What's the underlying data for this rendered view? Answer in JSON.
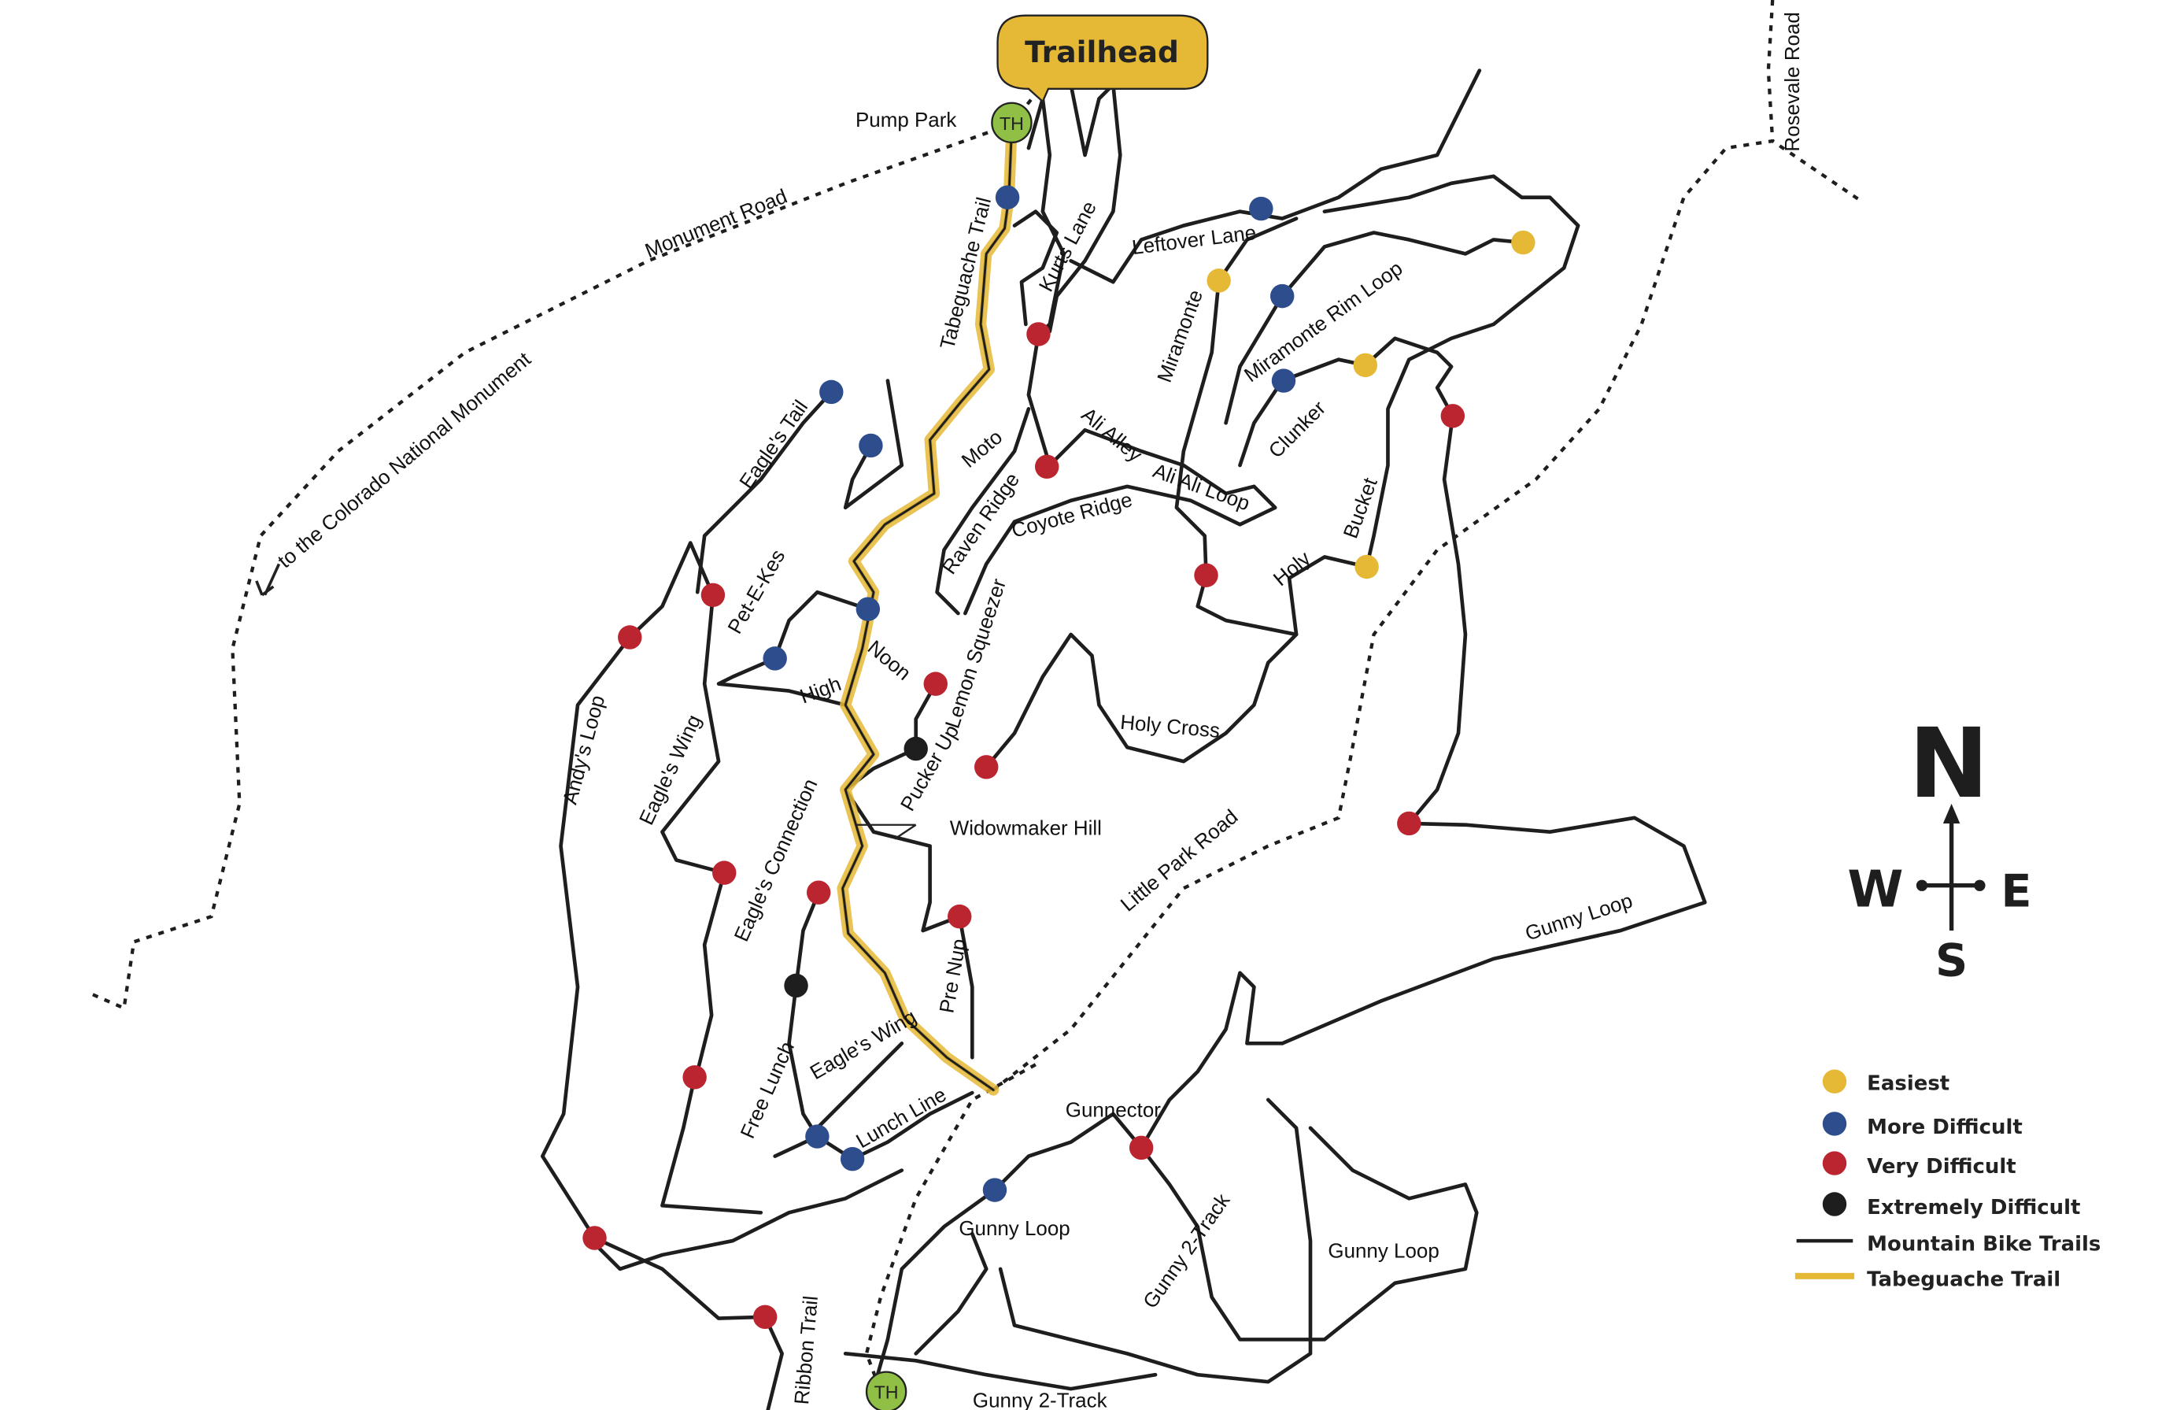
{
  "map": {
    "callout": "Trailhead",
    "trailhead_marker": "TH",
    "labels": {
      "pump_park": "Pump Park",
      "monument_road": "Monument Road",
      "to_monument": "to the Colorado National Monument",
      "tabeguache_trail": "Tabeguache Trail",
      "kurts_lane": "Kurts Lane",
      "leftover_lane": "Leftover Lane",
      "miramonte": "Miramonte",
      "miramonte_rim_loop": "Miramonte Rim Loop",
      "rosevale_road": "Rosevale Road",
      "eagles_tail": "Eagle's Tail",
      "moto": "Moto",
      "ali_alley": "Ali Alley",
      "ali_ali_loop": "Ali Ali Loop",
      "clunker": "Clunker",
      "raven_ridge": "Raven Ridge",
      "coyote_ridge": "Coyote Ridge",
      "bucket": "Bucket",
      "holy": "Holy",
      "pet_e_kes": "Pet-E-Kes",
      "high": "High",
      "noon": "Noon",
      "lemon_squeezer": "Lemon Squeezer",
      "holy_cross": "Holy Cross",
      "andys_loop": "Andy's Loop",
      "eagles_wing_upper": "Eagle's Wing",
      "pucker_up": "Pucker Up",
      "eagles_connection": "Eagle's Connection",
      "widowmaker_hill": "Widowmaker Hill",
      "little_park_road": "Little Park Road",
      "gunny_loop_east": "Gunny Loop",
      "pre_nup": "Pre Nup",
      "eagles_wing_lower": "Eagle's Wing",
      "free_lunch": "Free Lunch",
      "lunch_line": "Lunch Line",
      "gunnector": "Gunnector",
      "gunny_loop_south": "Gunny Loop",
      "gunny_2track_mid": "Gunny 2-Track",
      "gunny_loop_se": "Gunny Loop",
      "ribbon_trail": "Ribbon Trail",
      "gunny_2track_south": "Gunny 2-Track"
    }
  },
  "compass": {
    "n": "N",
    "s": "S",
    "e": "E",
    "w": "W"
  },
  "legend": {
    "items": [
      {
        "label": "Easiest",
        "color": "#e5b936"
      },
      {
        "label": "More Difficult",
        "color": "#2e4d8c"
      },
      {
        "label": "Very Difficult",
        "color": "#bb2530"
      },
      {
        "label": "Extremely Difficult",
        "color": "#1e1e1e"
      },
      {
        "label": "Mountain Bike Trails",
        "color": "#1e1e1e"
      },
      {
        "label": "Tabeguache Trail",
        "color": "#e5b936"
      }
    ]
  },
  "colors": {
    "trailhead_green": "#8fbf45",
    "callout_yellow": "#e5b936"
  }
}
